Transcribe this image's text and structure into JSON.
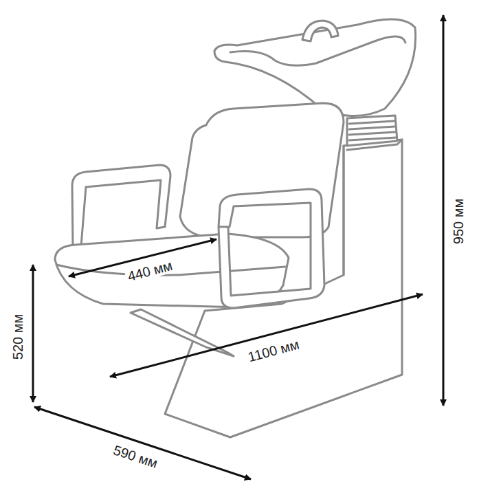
{
  "diagram": {
    "labels": [
      "950 мм",
      "440 мм",
      "1100 мм",
      "520 мм",
      "590 мм"
    ]
  }
}
